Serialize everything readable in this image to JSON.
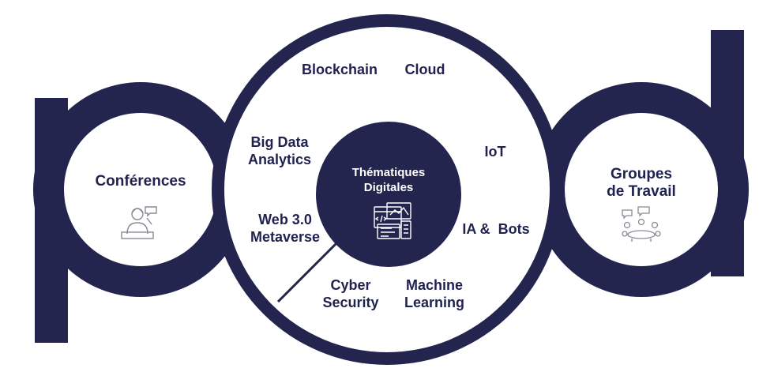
{
  "colors": {
    "navy": "#24254f",
    "white": "#ffffff",
    "icon_gray": "#8a8a94"
  },
  "left_circle": {
    "title": "Conférences",
    "icon": "speaker-at-podium-icon"
  },
  "right_circle": {
    "title_line1": "Groupes",
    "title_line2": "de Travail",
    "icon": "team-meeting-icon"
  },
  "center": {
    "title_line1": "Thématiques",
    "title_line2": "Digitales",
    "icon": "web-development-icon"
  },
  "topics": {
    "blockchain": "Blockchain",
    "cloud": "Cloud",
    "big_data_1": "Big Data",
    "big_data_2": "Analytics",
    "iot": "IoT",
    "web3_1": "Web 3.0",
    "web3_2": "Metaverse",
    "ia_bots": "IA &  Bots",
    "cyber_1": "Cyber",
    "cyber_2": "Security",
    "ml_1": "Machine",
    "ml_2": "Learning"
  }
}
